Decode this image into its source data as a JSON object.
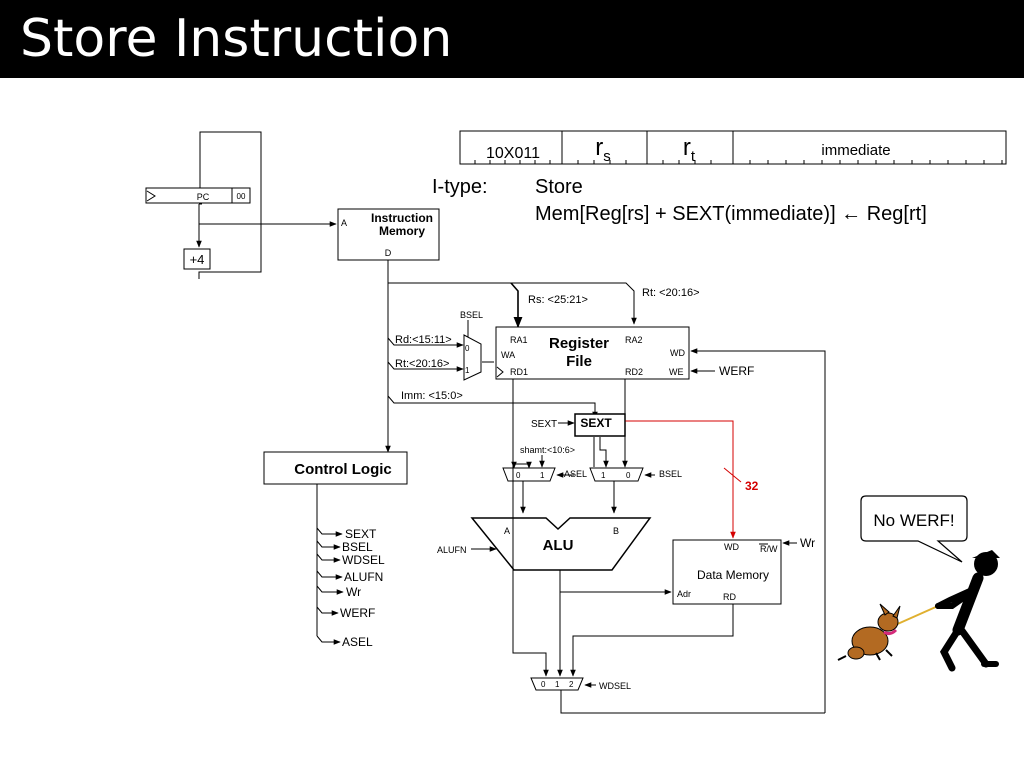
{
  "title": "Store Instruction",
  "instruction_format": {
    "opcode": "10X011",
    "rs_main": "r",
    "rs_sub": "s",
    "rt_main": "r",
    "rt_sub": "t",
    "immediate": "immediate"
  },
  "itype": {
    "label": "I-type:",
    "name": "Store",
    "operation": "Mem[Reg[rs] + SEXT(immediate)] ← Reg[rt]"
  },
  "pc": {
    "label": "PC",
    "suffix": "00",
    "incr": "+4"
  },
  "imem": {
    "title1": "Instruction",
    "title2": "Memory",
    "port_a": "A",
    "port_d": "D"
  },
  "regfile": {
    "title1": "Register",
    "title2": "File",
    "ra1": "RA1",
    "ra2": "RA2",
    "wa": "WA",
    "wd": "WD",
    "we": "WE",
    "rd1": "RD1",
    "rd2": "RD2"
  },
  "fields": {
    "rs": "Rs: <25:21>",
    "rt_top": "Rt: <20:16>",
    "rd": "Rd:<15:11>",
    "rt_mux": "Rt:<20:16>",
    "imm": "Imm: <15:0>",
    "shamt": "shamt:<10:6>"
  },
  "signals": {
    "bsel_top": "BSEL",
    "werf": "WERF",
    "sext_in": "SEXT",
    "sext_box": "SEXT",
    "asel": "ASEL",
    "bsel": "BSEL",
    "alufn": "ALUFN",
    "wr": "Wr",
    "wdsel": "WDSEL"
  },
  "mux_labels": {
    "wa_0": "0",
    "wa_1": "1",
    "a_0": "0",
    "a_1": "1",
    "b_1": "1",
    "b_0": "0",
    "wd_0": "0",
    "wd_1": "1",
    "wd_2": "2"
  },
  "alu": {
    "label": "ALU",
    "in_a": "A",
    "in_b": "B"
  },
  "dmem": {
    "title": "Data Memory",
    "wd": "WD",
    "rw": "R/W",
    "adr": "Adr",
    "rd": "RD"
  },
  "bus_width": "32",
  "control": {
    "title": "Control Logic",
    "outputs": [
      "SEXT",
      "BSEL",
      "WDSEL",
      "ALUFN",
      "Wr",
      "WERF",
      "ASEL"
    ]
  },
  "bubble": "No WERF!",
  "colors": {
    "title_bg": "#000000",
    "title_fg": "#ffffff",
    "highlight": "#d40000",
    "dog": "#b36a22"
  }
}
